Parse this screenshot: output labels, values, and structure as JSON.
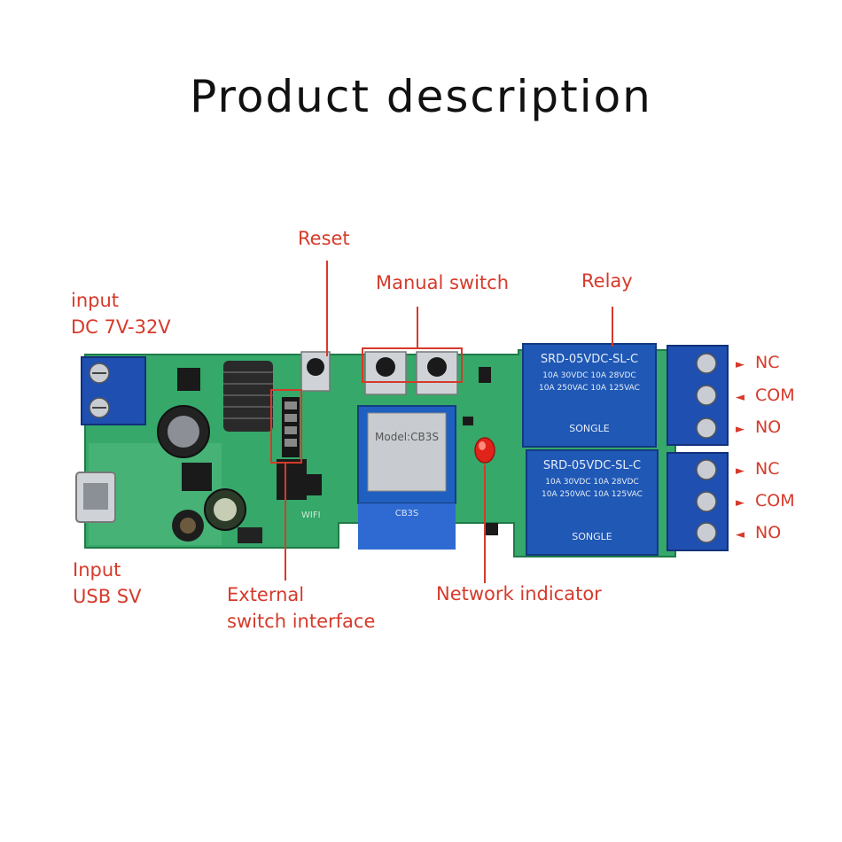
{
  "title": "Product description",
  "labels": {
    "input_dc_line1": "input",
    "input_dc_line2": "DC 7V-32V",
    "reset": "Reset",
    "manual_switch": "Manual switch",
    "relay": "Relay",
    "input_usb_line1": "Input",
    "input_usb_line2": "USB SV",
    "external_line1": "External",
    "external_line2": "switch interface",
    "network_indicator": "Network indicator"
  },
  "relay_top": {
    "model": "SRD-05VDC-SL-C",
    "rating1": "10A 30VDC 10A 28VDC",
    "rating2": "10A 250VAC 10A 125VAC",
    "brand": "SONGLE"
  },
  "relay_bottom": {
    "model": "SRD-05VDC-SL-C",
    "rating1": "10A 30VDC 10A 28VDC",
    "rating2": "10A 250VAC 10A 125VAC",
    "brand": "SONGLE"
  },
  "module_text": {
    "model": "Model:CB3S",
    "sub": "CB3S"
  },
  "wifi_silk": "WIFI",
  "terminals": [
    {
      "arrow": "►",
      "label": "NC"
    },
    {
      "arrow": "◄",
      "label": "COM"
    },
    {
      "arrow": "►",
      "label": "NO"
    },
    {
      "arrow": "►",
      "label": "NC"
    },
    {
      "arrow": "►",
      "label": "COM"
    },
    {
      "arrow": "◄",
      "label": "NO"
    }
  ],
  "colors": {
    "accent": "#d63a2b",
    "pcb": "#35a86a",
    "relay": "#1f58b5",
    "terminal": "#1f4fb0"
  }
}
